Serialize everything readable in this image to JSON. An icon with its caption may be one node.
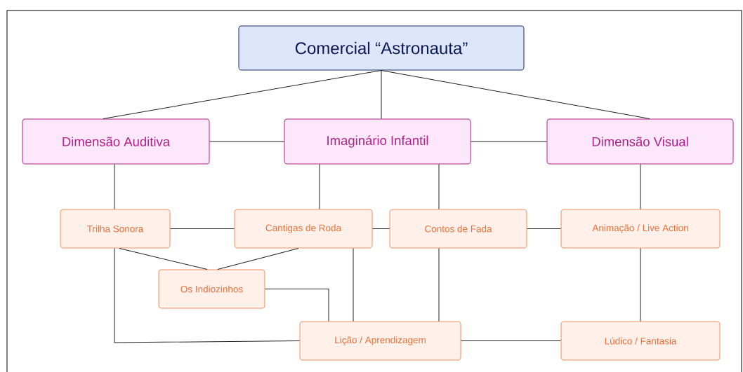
{
  "diagram": {
    "nodes": [
      {
        "text": [
          "Comercial “Astronauta”"
        ]
      },
      {
        "text": [
          "Dimensão Auditiva"
        ]
      },
      {
        "text": [
          "Imaginário Infantil"
        ]
      },
      {
        "text": [
          "Dimensão Visual"
        ]
      },
      {
        "text": [
          "Trilha Sonora"
        ]
      },
      {
        "text": [
          "Cantigas de Roda"
        ]
      },
      {
        "text": [
          "Contos de Fada"
        ]
      },
      {
        "text": [
          "Animação / Live Action"
        ]
      },
      {
        "text": [
          "Os Indiozinhos"
        ]
      },
      {
        "text": [
          "Lição / Aprendizagem"
        ]
      },
      {
        "text": [
          "Lúdico / Fantasia"
        ]
      }
    ],
    "edges": [
      {
        "from": 0,
        "to": 1,
        "arrow": "none"
      },
      {
        "from": 0,
        "to": 2,
        "arrow": "none"
      },
      {
        "from": 0,
        "to": 3,
        "arrow": "none"
      },
      {
        "from": 1,
        "to": 2,
        "arrow": "none"
      },
      {
        "from": 2,
        "to": 3,
        "arrow": "none"
      },
      {
        "from": 1,
        "to": 4,
        "arrow": "none"
      },
      {
        "from": 2,
        "to": 5,
        "arrow": "none"
      },
      {
        "from": 2,
        "to": 6,
        "arrow": "none"
      },
      {
        "from": 3,
        "to": 7,
        "arrow": "none"
      },
      {
        "from": 4,
        "to": 5,
        "arrow": "none"
      },
      {
        "from": 5,
        "to": 6,
        "arrow": "none"
      },
      {
        "from": 6,
        "to": 7,
        "arrow": "none"
      },
      {
        "from": 4,
        "to": 8,
        "arrow": "none"
      },
      {
        "from": 5,
        "to": 8,
        "arrow": "none"
      },
      {
        "from": 8,
        "to": 9,
        "arrow": "none"
      },
      {
        "from": 5,
        "to": 9,
        "arrow": "none"
      },
      {
        "from": 4,
        "to": 9,
        "arrow": "none"
      },
      {
        "from": 6,
        "to": 9,
        "arrow": "none"
      },
      {
        "from": 9,
        "to": 10,
        "arrow": "none"
      },
      {
        "from": 7,
        "to": 10,
        "arrow": "none"
      }
    ]
  }
}
